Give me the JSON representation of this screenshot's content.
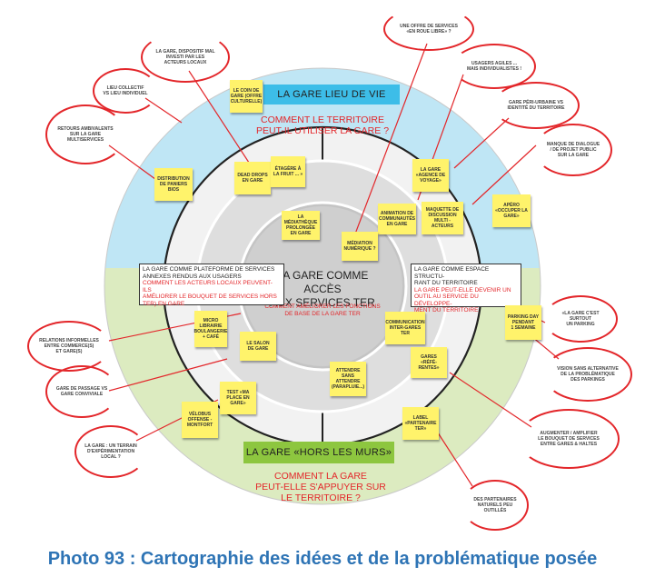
{
  "center": {
    "title": "LA GARE COMME ACCÈS\nAUX SERVICES TER",
    "subtitle": "COMMENT AMÉLIORER LES FONCTIONS\nDE BASE DE LA GARE TER"
  },
  "top_banner": {
    "label": "LA GARE LIEU DE VIE",
    "question": "COMMENT LE TERRITOIRE\nPEUT-IL UTILISER LA GARE ?",
    "color": "#3dbde8"
  },
  "bottom_banner": {
    "label": "LA GARE «HORS LES MURS»",
    "question": "COMMENT LA GARE\nPEUT-ELLE S'APPUYER SUR\nLE TERRITOIRE ?",
    "color": "#8dc63f"
  },
  "left_box": {
    "heading": "LA GARE COMME PLATEFORME DE SERVICES\nANNEXES RENDUS AUX USAGERS",
    "question": "COMMENT LES ACTEURS LOCAUX PEUVENT-ILS\nAMÉLIORER LE BOUQUET DE SERVICES HORS\nTER) EN GARE"
  },
  "right_box": {
    "heading": "LA GARE COMME ESPACE STRUCTU-\nRANT DU TERRITOIRE",
    "question": "LA GARE PEUT-ELLE DEVENIR UN\nOUTIL AU SERVICE DU DÉVELOPPE-\nMENT DU TERRITOIRE"
  },
  "stickies": [
    "LE COIN DE\nGARE (OFFRE\nCULTURELLE)",
    "DISTRIBUTION\nDE PANIERS\nBIOS",
    "DEAD DROPS\nEN GARE",
    "ÉTAGÈRE À\nLA FRUIT ... »",
    "LA MÉDIATHÈQUE\nPROLONGÉE\nEN GARE",
    "ANIMATION DE\nCOMMUNAUTÉS\nEN GARE",
    "MÉDIATION\nNUMÉRIQUE ?",
    "LA GARE\n«AGENCE DE\nVOYAGE»",
    "MAQUETTE DE\nDISCUSSION\nMULTI - ACTEURS",
    "APÉRO\n«OCCUPER LA\nGARE»",
    "MICRO\nLIBRAIRIE\nBOULANGERIE\n+ CAFÉ",
    "LE SALON\nDE GARE",
    "TEST «MA\nPLACE EN\nGARE»",
    "VÉLOBUS\nOFFENSE -\nMONTFORT",
    "COMMUNICATION\nINTER-GARES\nTER",
    "ATTENDRE\nSANS\nATTENDRE\n(PARAPLUIE...)",
    "GARES «RÉFÉ-\nRENTES»",
    "LABEL\n«PARTENAIRE\nTER»",
    "PARKING DAY\nPENDANT\n1 SEMAINE"
  ],
  "callouts": [
    "LA GARE, DISPOSITIF MAL\nINVESTI PAR LES\nACTEURS LOCAUX",
    "LIEU COLLECTIF\nVS LIEU INDIVIDUEL",
    "RETOURS AMBIVALENTS\nSUR LA GARE\nMULTISERVICES",
    "UNE OFFRE DE SERVICES\n«EN ROUE LIBRE» ?",
    "USAGERS AGILES ...\nMAIS INDIVIDUALISTES !",
    "GARE PÉRI-URBAINE VS\nIDENTITÉ DU TERRITOIRE",
    "MANQUE DE DIALOGUE\n/ DE PROJET PUBLIC\nSUR LA GARE",
    "RELATIONS INFORMELLES\nENTRE COMMERCE(S)\nET GARE(S)",
    "GARE DE PASSAGE VS\nGARE CONVIVIALE",
    "LA GARE : UN TERRAIN\nD'EXPÉRIMENTATION\nLOCAL ?",
    "«LA GARE C'EST\nSURTOUT\nUN PARKING",
    "VISION SANS ALTERNATIVE\nDE LA PROBLÉMATIQUE\nDES PARKINGS",
    "AUGMENTER / AMPLIFIER\nLE BOUQUET DE SERVICES\nENTRE GARES & HALTES",
    "DES PARTENAIRES\nNATURELS PEU\nOUTILLÉS"
  ],
  "caption": "Photo 93 : Cartographie des idées et de la problématique posée",
  "colors": {
    "sky": "#bfe6f5",
    "green": "#dcebc0",
    "ring": "#eeeeee",
    "accent": "#e3262a",
    "sticky": "#fff36b",
    "caption": "#2e74b5"
  }
}
